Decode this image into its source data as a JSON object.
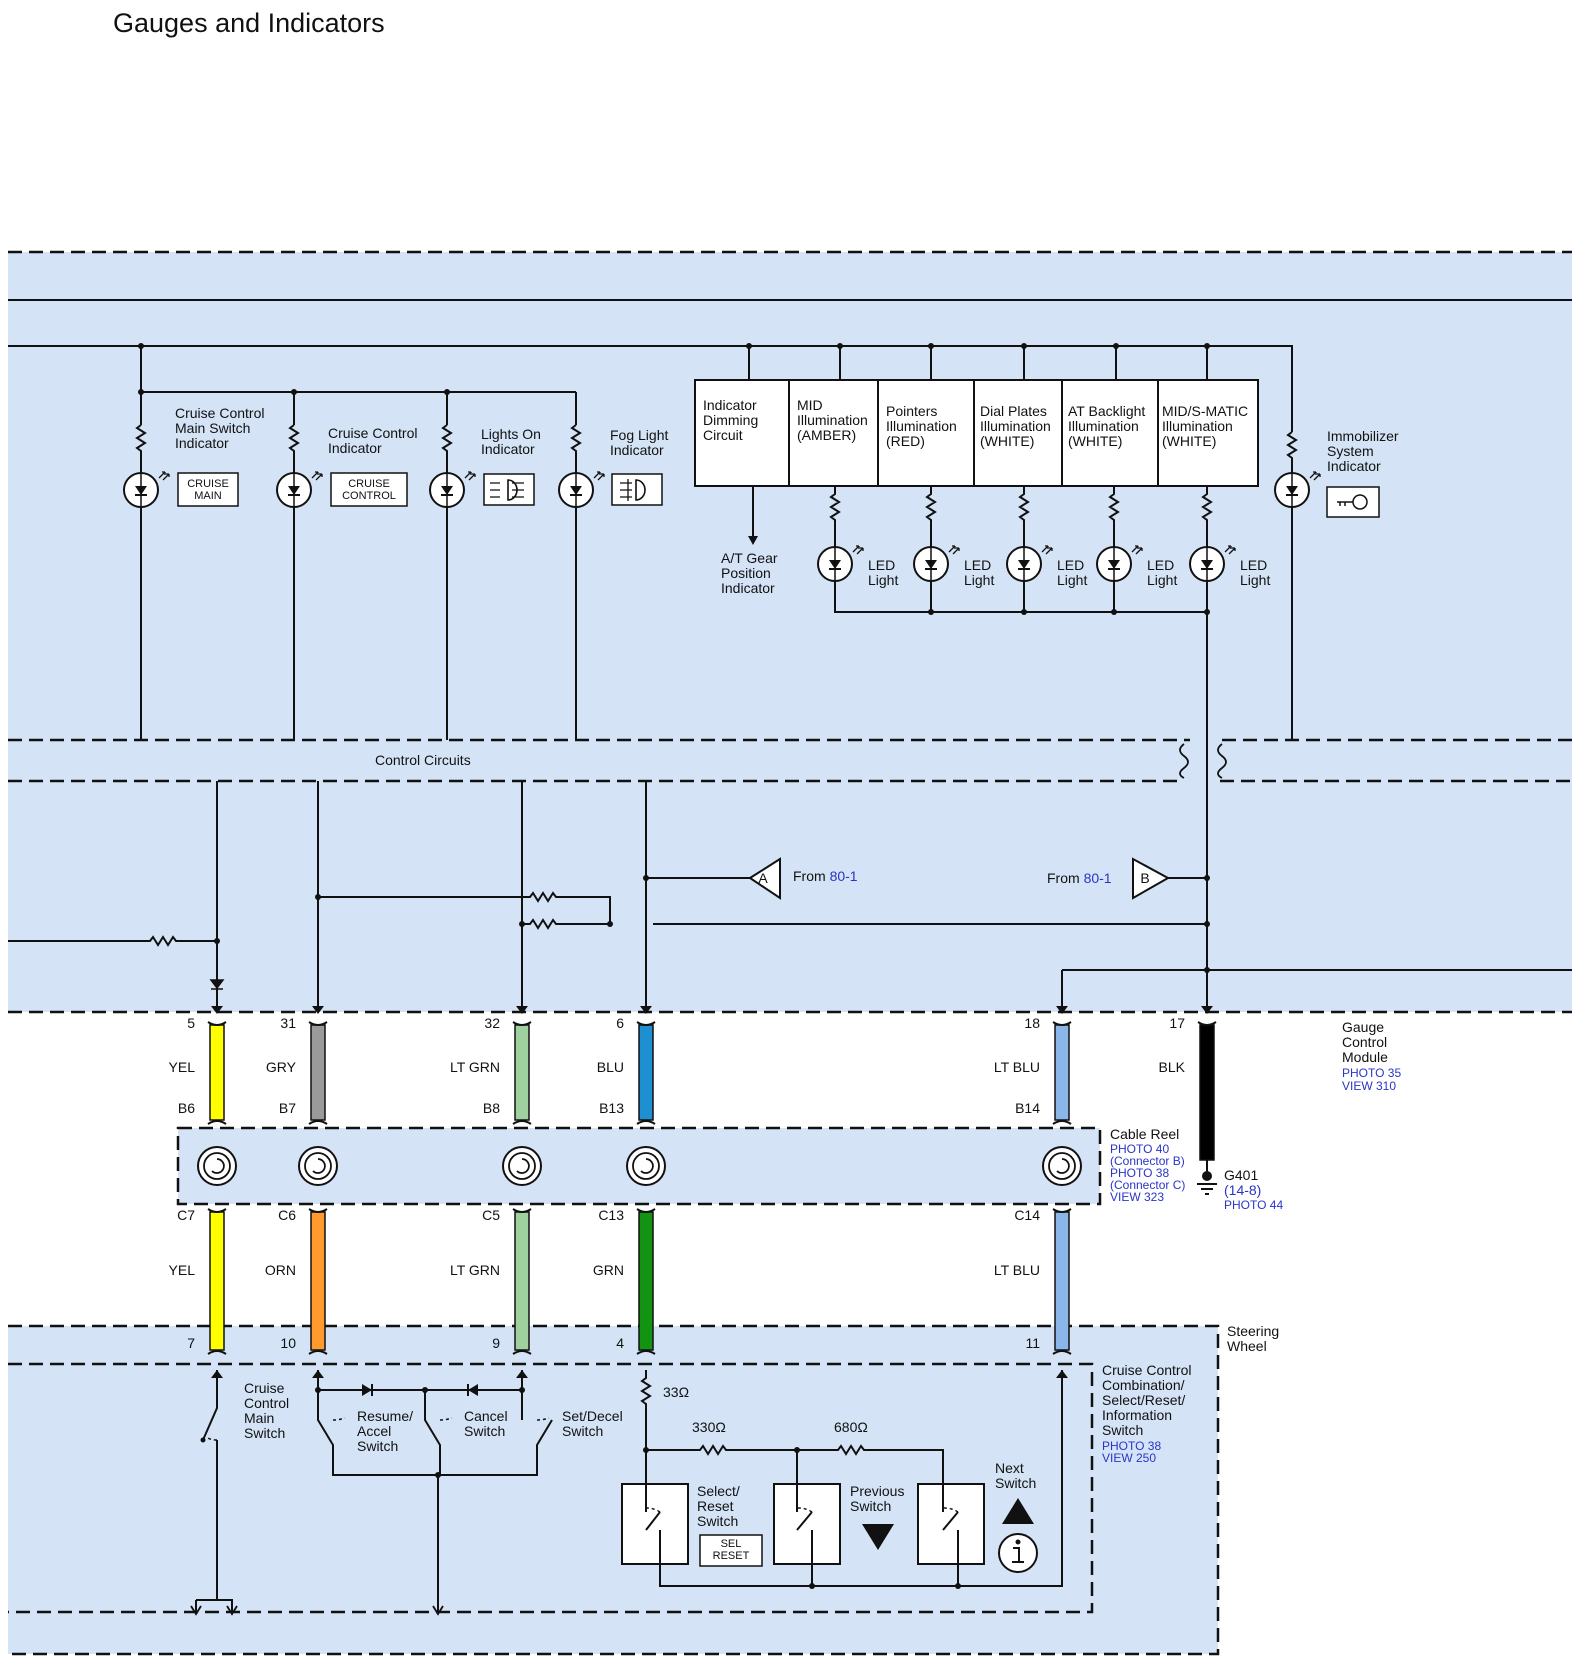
{
  "title": "Gauges and Indicators",
  "indicators": {
    "cruise_main": "Cruise Control Main Switch Indicator",
    "cruise_main_symbol": "CRUISE MAIN",
    "cruise_ctrl": "Cruise Control Indicator",
    "cruise_ctrl_symbol": "CRUISE CONTROL",
    "lights_on": "Lights On Indicator",
    "fog_light": "Fog Light Indicator",
    "immobilizer": "Immobilizer System Indicator"
  },
  "modules": [
    "Indicator Dimming Circuit",
    "MID Illumination (AMBER)",
    "Pointers Illumination (RED)",
    "Dial Plates Illumination (WHITE)",
    "AT Backlight Illumination (WHITE)",
    "MID/S-MATIC Illumination (WHITE)"
  ],
  "at_gear": "A/T Gear Position Indicator",
  "led_light": "LED Light",
  "control_circuits": "Control Circuits",
  "from_a": {
    "letter": "A",
    "text": "From",
    "ref": "80-1"
  },
  "from_b": {
    "letter": "B",
    "text": "From",
    "ref": "80-1"
  },
  "gauge_module": {
    "name": "Gauge Control Module",
    "photo": "PHOTO 35",
    "view": "VIEW 310"
  },
  "upper_wires": [
    {
      "pin": "5",
      "color_name": "YEL",
      "conn": "B6",
      "hex": "#ffff00"
    },
    {
      "pin": "31",
      "color_name": "GRY",
      "conn": "B7",
      "hex": "#9a9a9a"
    },
    {
      "pin": "32",
      "color_name": "LT GRN",
      "conn": "B8",
      "hex": "#9fd19f"
    },
    {
      "pin": "6",
      "color_name": "BLU",
      "conn": "B13",
      "hex": "#1e8fd0"
    },
    {
      "pin": "18",
      "color_name": "LT BLU",
      "conn": "B14",
      "hex": "#8ab6ea"
    },
    {
      "pin": "17",
      "color_name": "BLK",
      "hex": "#000000"
    }
  ],
  "cable_reel": {
    "name": "Cable Reel",
    "refs": [
      "PHOTO 40",
      "(Connector B)",
      "PHOTO 38",
      "(Connector C)",
      "VIEW 323"
    ]
  },
  "ground": {
    "name": "G401",
    "ref": "(14-8)",
    "photo": "PHOTO 44"
  },
  "lower_wires": [
    {
      "conn": "C7",
      "color_name": "YEL",
      "pin": "7",
      "hex": "#ffff00"
    },
    {
      "conn": "C6",
      "color_name": "ORN",
      "pin": "10",
      "hex": "#ff9a2e"
    },
    {
      "conn": "C5",
      "color_name": "LT GRN",
      "pin": "9",
      "hex": "#9fd19f"
    },
    {
      "conn": "C13",
      "color_name": "GRN",
      "pin": "4",
      "hex": "#129412"
    },
    {
      "conn": "C14",
      "color_name": "LT BLU",
      "pin": "11",
      "hex": "#8ab6ea"
    }
  ],
  "steering_wheel": "Steering Wheel",
  "combo_switch": {
    "name": "Cruise Control Combination/ Select/Reset/ Information Switch",
    "photo": "PHOTO 38",
    "view": "VIEW 250"
  },
  "switches": {
    "cruise_main": "Cruise Control Main Switch",
    "resume": "Resume/ Accel Switch",
    "cancel": "Cancel Switch",
    "set": "Set/Decel Switch",
    "select": "Select/ Reset Switch",
    "select_symbol": "SEL RESET",
    "previous": "Previous Switch",
    "next": "Next Switch"
  },
  "resistors": {
    "r1": "33Ω",
    "r2": "330Ω",
    "r3": "680Ω"
  },
  "panel_color": "#d4e4f6"
}
